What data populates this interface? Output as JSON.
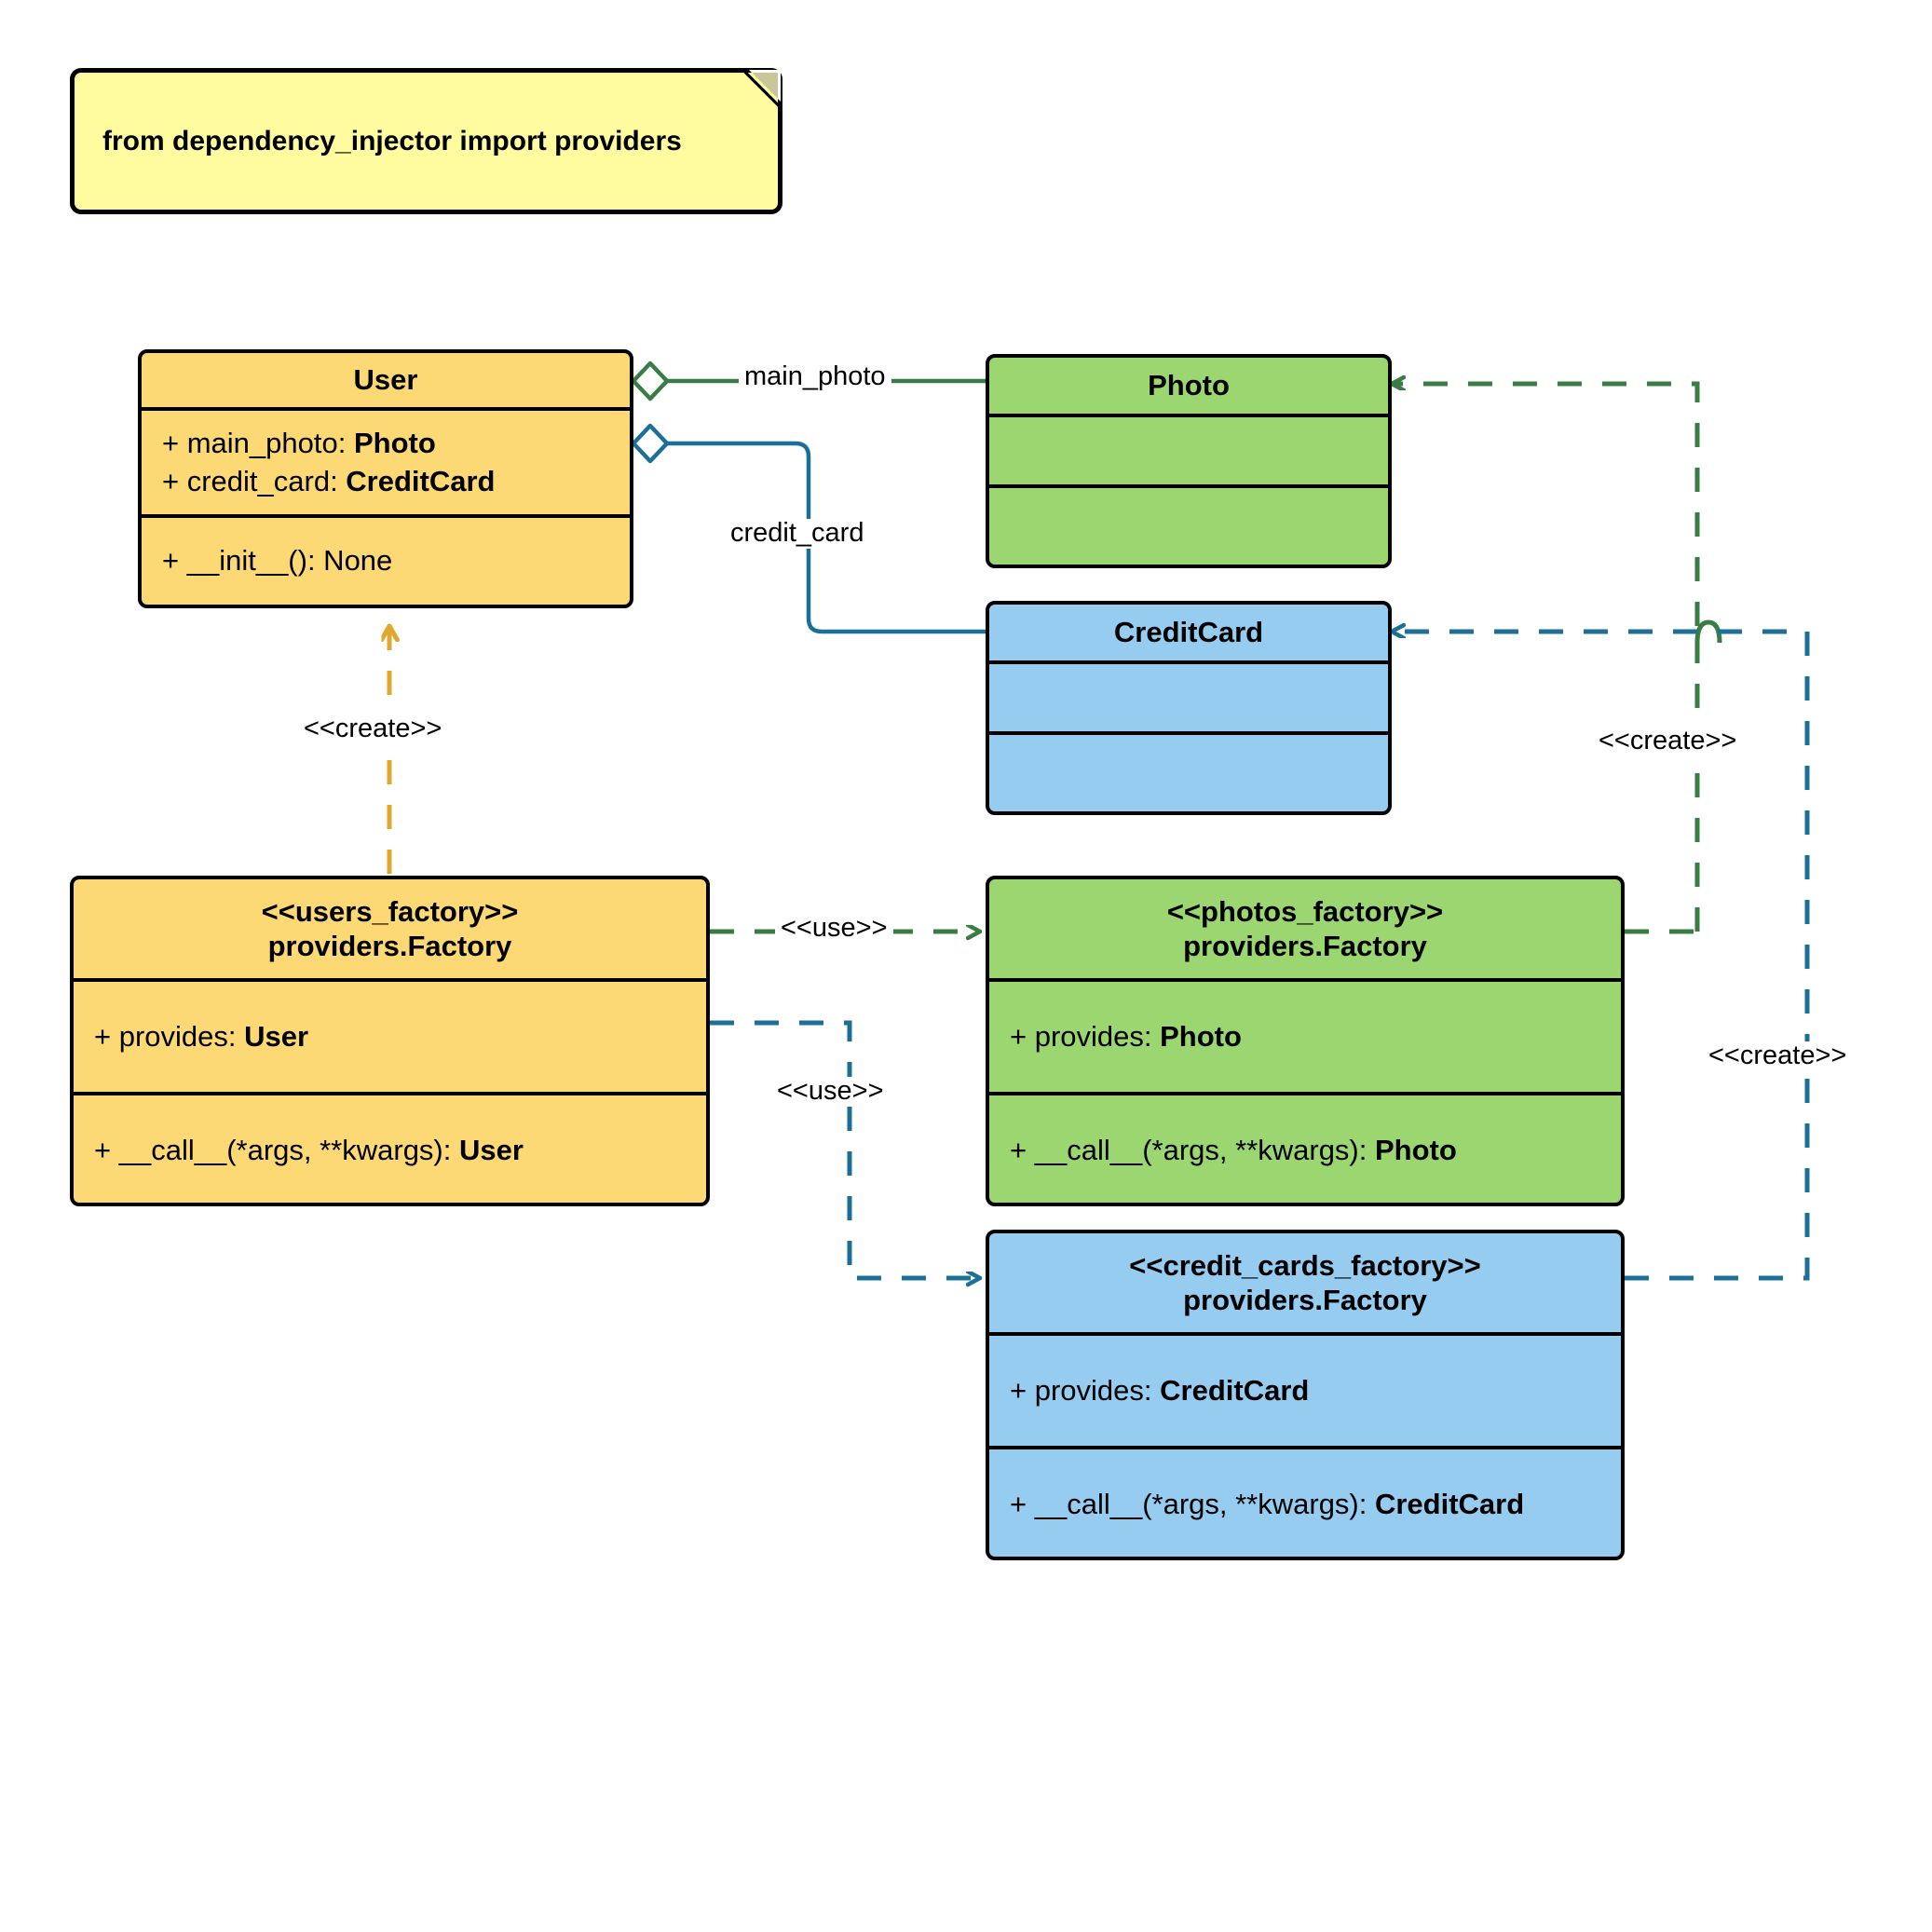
{
  "diagram": {
    "type": "uml-class-diagram",
    "title": "dependency_injector providers factory diagram",
    "colors": {
      "yellow_fill": "#FCD975",
      "green_fill": "#9BD671",
      "blue_fill": "#95CCF0",
      "note_fill": "#FFFCA0",
      "outline": "#000000",
      "green_edge": "#3A7D44",
      "blue_edge": "#1A7096",
      "amber_edge": "#E0A82E"
    }
  },
  "note": {
    "name": "import-note",
    "text": "from dependency_injector import providers"
  },
  "classes": [
    {
      "id": "user",
      "title": "User",
      "title_line2": "",
      "color": "yellow",
      "attributes": [
        {
          "prefix": "+ ",
          "name": "main_photo: ",
          "type": "Photo"
        },
        {
          "prefix": "+ ",
          "name": "credit_card: ",
          "type": "CreditCard"
        }
      ],
      "methods": [
        {
          "prefix": "+ ",
          "name": "__init__(): None",
          "type": ""
        }
      ]
    },
    {
      "id": "photo",
      "title": "Photo",
      "title_line2": "",
      "color": "green",
      "attributes": [],
      "methods": []
    },
    {
      "id": "creditcard",
      "title": "CreditCard",
      "title_line2": "",
      "color": "blue",
      "attributes": [],
      "methods": []
    },
    {
      "id": "users_factory",
      "title": "<<users_factory>>",
      "title_line2": "providers.Factory",
      "color": "yellow",
      "attributes": [
        {
          "prefix": "+ ",
          "name": "provides: ",
          "type": "User"
        }
      ],
      "methods": [
        {
          "prefix": "+ ",
          "name": "__call__(*args, **kwargs): ",
          "type": "User"
        }
      ]
    },
    {
      "id": "photos_factory",
      "title": "<<photos_factory>>",
      "title_line2": "providers.Factory",
      "color": "green",
      "attributes": [
        {
          "prefix": "+ ",
          "name": "provides: ",
          "type": "Photo"
        }
      ],
      "methods": [
        {
          "prefix": "+ ",
          "name": "__call__(*args, **kwargs): ",
          "type": "Photo"
        }
      ]
    },
    {
      "id": "credit_cards_factory",
      "title": "<<credit_cards_factory>>",
      "title_line2": "providers.Factory",
      "color": "blue",
      "attributes": [
        {
          "prefix": "+ ",
          "name": "provides: ",
          "type": "CreditCard"
        }
      ],
      "methods": [
        {
          "prefix": "+ ",
          "name": "__call__(*args, **kwargs): ",
          "type": "CreditCard"
        }
      ]
    }
  ],
  "edges": [
    {
      "id": "user-photo",
      "label": "main_photo",
      "kind": "aggregation",
      "color": "#3A7D44"
    },
    {
      "id": "user-creditcard",
      "label": "credit_card",
      "kind": "aggregation",
      "color": "#1A7096"
    },
    {
      "id": "usersfactory-user",
      "label": "<<create>>",
      "kind": "dependency",
      "color": "#E0A82E"
    },
    {
      "id": "usersfactory-photosfactory",
      "label": "<<use>>",
      "kind": "dependency",
      "color": "#3A7D44"
    },
    {
      "id": "usersfactory-creditcardsfactory",
      "label": "<<use>>",
      "kind": "dependency",
      "color": "#1A7096"
    },
    {
      "id": "photosfactory-photo",
      "label": "<<create>>",
      "kind": "dependency",
      "color": "#3A7D44"
    },
    {
      "id": "creditcardsfactory-creditcard",
      "label": "<<create>>",
      "kind": "dependency",
      "color": "#1A7096"
    }
  ]
}
